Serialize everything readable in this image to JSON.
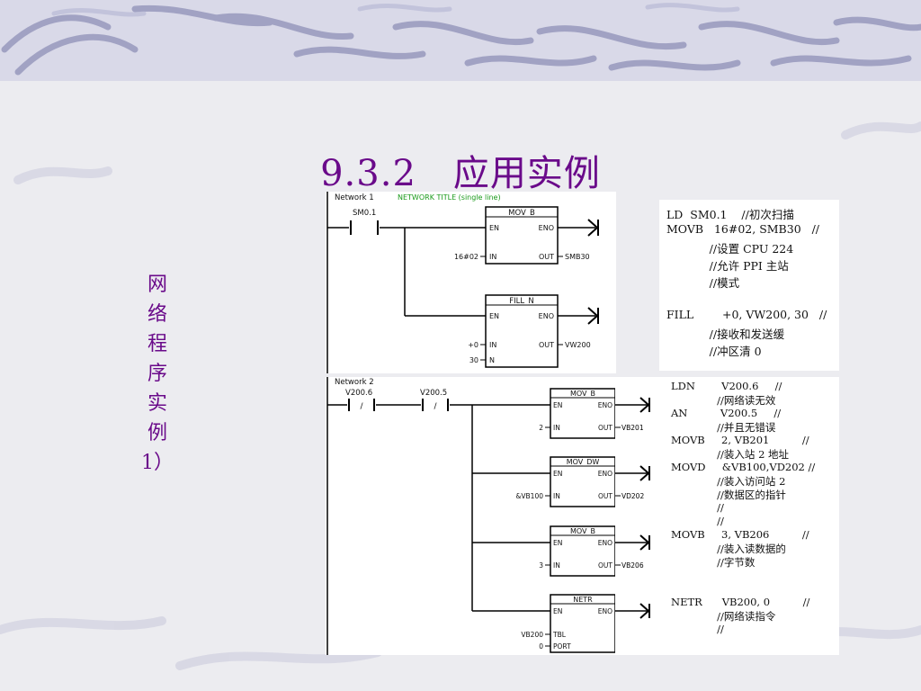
{
  "title": "9.3.2　应用实例",
  "side_label": [
    "网",
    "络",
    "程",
    "序",
    "实",
    "例",
    "1）"
  ],
  "network1": {
    "label": "Network 1",
    "title": "NETWORK TITLE (single line)",
    "contact": "SM0.1",
    "boxes": [
      {
        "name": "MOV_B",
        "en": "EN",
        "eno": "ENO",
        "in_label": "IN",
        "in_val": "16#02",
        "out_label": "OUT",
        "out_val": "SMB30"
      },
      {
        "name": "FILL_N",
        "en": "EN",
        "eno": "ENO",
        "in_label": "IN",
        "in_val": "+0",
        "out_label": "OUT",
        "out_val": "VW200",
        "n_label": "N",
        "n_val": "30"
      }
    ]
  },
  "network2": {
    "label": "Network 2",
    "contacts": [
      "V200.6",
      "V200.5"
    ],
    "contact_symbol": "/",
    "boxes": [
      {
        "name": "MOV_B",
        "en": "EN",
        "eno": "ENO",
        "in_label": "IN",
        "in_val": "2",
        "out_label": "OUT",
        "out_val": "VB201"
      },
      {
        "name": "MOV_DW",
        "en": "EN",
        "eno": "ENO",
        "in_label": "IN",
        "in_val": "&VB100",
        "out_label": "OUT",
        "out_val": "VD202"
      },
      {
        "name": "MOV_B",
        "en": "EN",
        "eno": "ENO",
        "in_label": "IN",
        "in_val": "3",
        "out_label": "OUT",
        "out_val": "VB206"
      },
      {
        "name": "NETR",
        "en": "EN",
        "eno": "ENO",
        "tbl_label": "TBL",
        "tbl_val": "VB200",
        "port_label": "PORT",
        "port_val": "0"
      }
    ]
  },
  "code1": [
    "LD  SM0.1    //初次扫描",
    "MOVB   16#02, SMB30   //",
    "            //设置 CPU 224",
    "            //允许 PPI 主站",
    "            //模式",
    "",
    "FILL        +0, VW200, 30   //",
    "            //接收和发送缓",
    "            //冲区清 0"
  ],
  "code2": [
    "LDN        V200.6     //",
    "              //网络读无效",
    "AN          V200.5     //",
    "              //并且无错误",
    "MOVB     2, VB201          //",
    "              //装入站 2 地址",
    "MOVD     &VB100,VD202 //",
    "              //装入访问站 2",
    "              //数据区的指针",
    "              //",
    "              //",
    "MOVB     3, VB206          //",
    "              //装入读数据的",
    "              //字节数",
    "",
    "",
    "",
    "NETR      VB200, 0          //",
    "              //网络读指令",
    "              //"
  ]
}
